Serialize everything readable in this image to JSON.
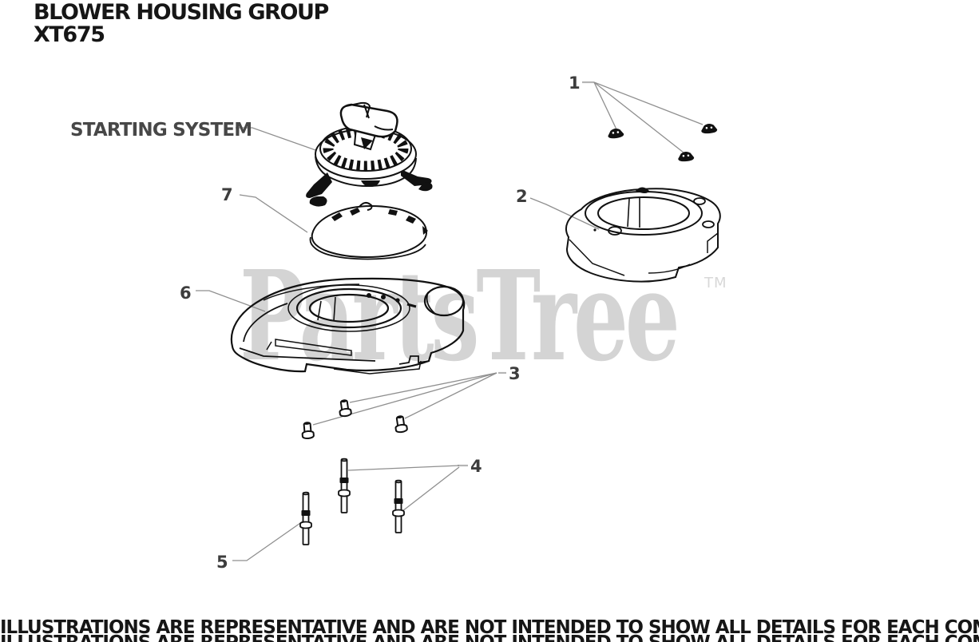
{
  "header": {
    "title": "BLOWER HOUSING GROUP",
    "subtitle": "XT675"
  },
  "diagram": {
    "group_label": "STARTING SYSTEM",
    "watermark": {
      "text": "PartsTree",
      "tm_symbol": "TM"
    },
    "callouts": [
      {
        "number": "1"
      },
      {
        "number": "2"
      },
      {
        "number": "3"
      },
      {
        "number": "4"
      },
      {
        "number": "5"
      },
      {
        "number": "6"
      },
      {
        "number": "7"
      }
    ]
  },
  "footer": {
    "disclaimer": "ILLUSTRATIONS ARE REPRESENTATIVE AND ARE NOT INTENDED TO SHOW ALL DETAILS FOR EACH COMPONENT"
  },
  "colors": {
    "background": "#ffffff",
    "text": "#161616",
    "callout_text": "#3d3d3d",
    "line_art": "#111111",
    "leader_line": "#8f8f8f",
    "watermark": "#d4d4d4"
  }
}
